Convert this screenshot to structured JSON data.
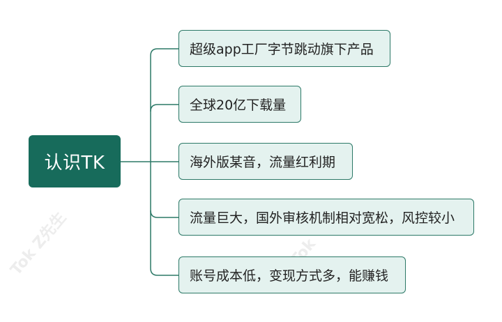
{
  "root": {
    "label": "认识TK"
  },
  "branches": [
    {
      "label": "超级app工厂字节跳动旗下产品"
    },
    {
      "label": "全球20亿下载量"
    },
    {
      "label": "海外版某音，流量红利期"
    },
    {
      "label": "流量巨大，国外审核机制相对宽松，风控较小"
    },
    {
      "label": "账号成本低，变现方式多，能赚钱"
    }
  ],
  "watermarks": [
    {
      "text": "Tok Z先生"
    },
    {
      "text": "Tok"
    }
  ],
  "colors": {
    "root_fill": "#176b5b",
    "branch_fill": "#e4f2ef",
    "branch_border": "#2b7866",
    "connector": "#2b7866"
  }
}
